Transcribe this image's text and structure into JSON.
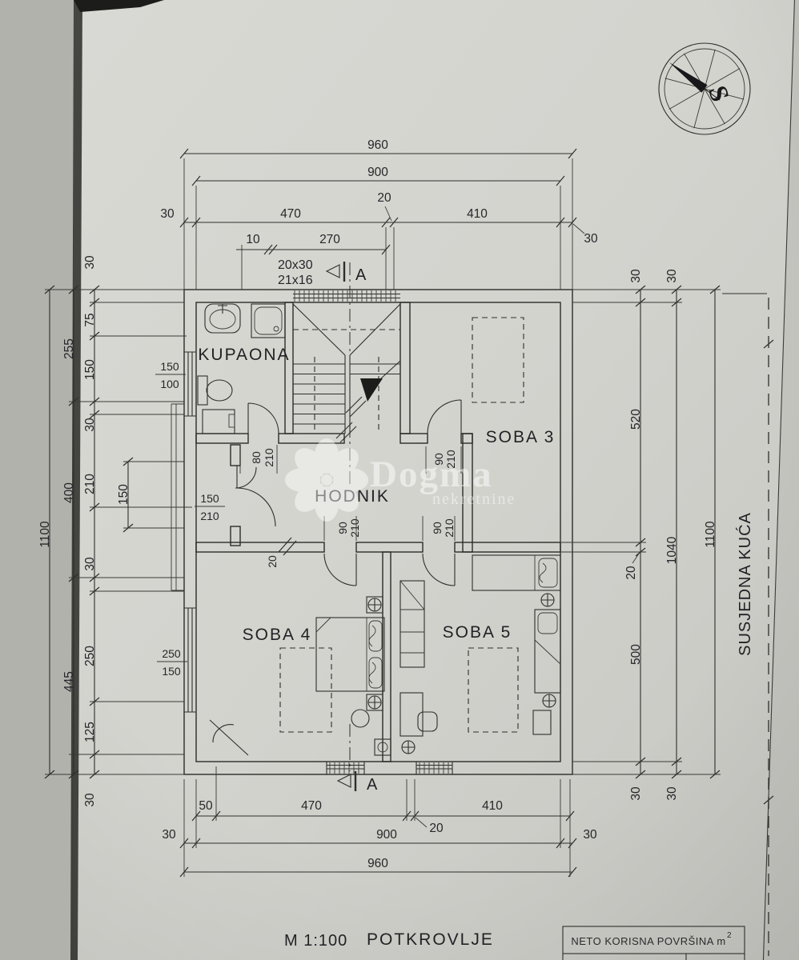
{
  "page": {
    "paper_color": "#d5d5d0",
    "ink_color": "#2e2e2b"
  },
  "compass": {
    "letter": "S"
  },
  "watermark": {
    "brand": "Dogma",
    "sub": "nekretnine"
  },
  "rooms": {
    "kupaona": "KUPAONA",
    "hodnik": "HODNIK",
    "soba3": "SOBA 3",
    "soba4": "SOBA 4",
    "soba5": "SOBA 5"
  },
  "stairs": {
    "tread_note": "20x30",
    "riser_note": "21x16"
  },
  "section": {
    "letter": "A"
  },
  "neighbor_label": "SUSJEDNA KUĆA",
  "dims": {
    "top": {
      "overall": "960",
      "shell": "900",
      "wl": "30",
      "a": "470",
      "b": "20",
      "c": "410",
      "wr": "30",
      "off": "10",
      "win": "270"
    },
    "bottom": {
      "a": "50",
      "b": "470",
      "c": "20",
      "d": "410",
      "wl": "30",
      "shell": "900",
      "wr": "30",
      "overall": "960"
    },
    "left": {
      "overall": "1100",
      "mid": [
        "255",
        "400",
        "445"
      ],
      "inner": [
        "30",
        "75",
        "150",
        "30",
        "210",
        "30",
        "250",
        "125",
        "30"
      ],
      "sub": "150"
    },
    "right": {
      "overall": "1100",
      "mid": [
        "30",
        "1040",
        "30"
      ],
      "inner": [
        "30",
        "520",
        "20",
        "500",
        "30"
      ]
    }
  },
  "openings": {
    "bath_win": {
      "w": "150",
      "h": "100"
    },
    "soba4_win": {
      "w": "250",
      "h": "150"
    },
    "bath_door": {
      "w": "80",
      "h": "210"
    },
    "soba3_door": {
      "w": "90",
      "h": "210"
    },
    "soba4_door": {
      "w": "90",
      "h": "210"
    },
    "soba5_door": {
      "w": "90",
      "h": "210"
    },
    "niche_door": {
      "w": "150",
      "h": "210"
    },
    "wall_thickness": "20"
  },
  "footer": {
    "scale": "M 1:100",
    "title": "POTKROVLJE",
    "table_title": "NETO KORISNA POVRŠINA m",
    "table_sup": "2"
  }
}
